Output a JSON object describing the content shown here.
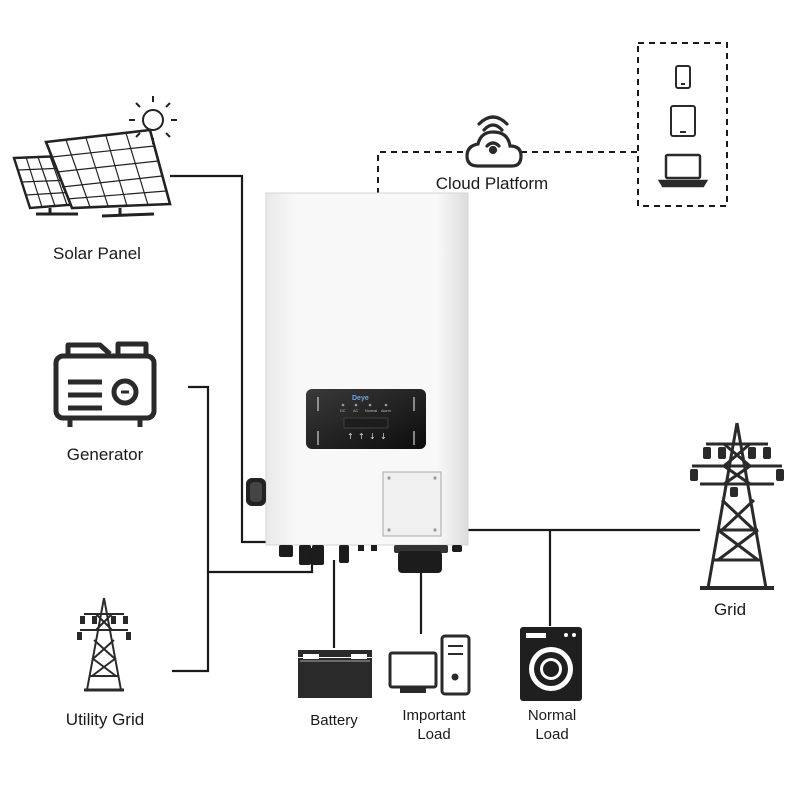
{
  "labels": {
    "solar_panel": "Solar Panel",
    "generator": "Generator",
    "utility_grid": "Utility Grid",
    "cloud_platform": "Cloud Platform",
    "grid": "Grid",
    "battery": "Battery",
    "important_load_line1": "Important",
    "important_load_line2": "Load",
    "normal_load_line1": "Normal",
    "normal_load_line2": "Load"
  },
  "inverter": {
    "brand": "Deye",
    "indicators": [
      "DC",
      "AC",
      "Normal",
      "Alarm"
    ],
    "buttons": [
      "↑",
      "↑",
      "↓",
      "↓"
    ]
  },
  "colors": {
    "line": "#1a1a1a",
    "icon": "#2a2a2a",
    "inverter_body": "#f6f6f6",
    "display_panel": "#111111",
    "brand_accent": "#6aa6e8"
  },
  "icons": {
    "solar_panel": "solar-panel-icon",
    "sun": "sun-icon",
    "generator": "generator-icon",
    "utility_grid": "transmission-tower-icon",
    "grid": "transmission-tower-icon",
    "cloud": "cloud-wifi-icon",
    "phone": "smartphone-icon",
    "tablet": "tablet-icon",
    "laptop": "laptop-icon",
    "battery": "battery-icon",
    "important_load": "desktop-computer-icon",
    "normal_load": "washing-machine-icon"
  }
}
